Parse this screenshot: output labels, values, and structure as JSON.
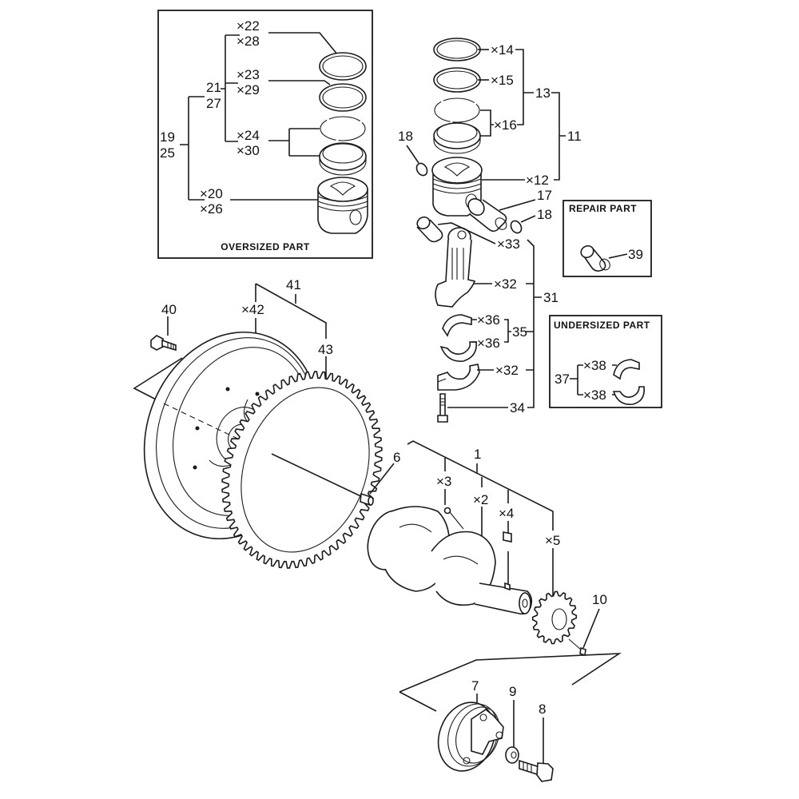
{
  "diagram": {
    "title": "Crankshaft, Piston & Flywheel exploded parts view",
    "boxes": {
      "oversized": {
        "caption": "OVERSIZED PART"
      },
      "repair": {
        "caption": "REPAIR PART"
      },
      "undersized": {
        "caption": "UNDERSIZED PART"
      }
    },
    "labels": {
      "p1": "1",
      "p2": "×2",
      "p3": "×3",
      "p4": "×4",
      "p5": "×5",
      "p6": "6",
      "p7": "7",
      "p8": "8",
      "p9": "9",
      "p10": "10",
      "p11": "11",
      "p12": "×12",
      "p13": "13",
      "p14": "×14",
      "p15": "×15",
      "p16": "×16",
      "p17": "17",
      "p18a": "18",
      "p18b": "18",
      "p19": "19",
      "p25": "25",
      "p20": "×20",
      "p26": "×26",
      "p21": "21",
      "p27": "27",
      "p22": "×22",
      "p28": "×28",
      "p23": "×23",
      "p29": "×29",
      "p24": "×24",
      "p30": "×30",
      "p31": "31",
      "p32a": "×32",
      "p32b": "×32",
      "p33": "×33",
      "p34": "34",
      "p35": "35",
      "p36a": "×36",
      "p36b": "×36",
      "p37": "37",
      "p38a": "×38",
      "p38b": "×38",
      "p39": "39",
      "p40": "40",
      "p41": "41",
      "p42": "×42",
      "p43": "43"
    },
    "parts": [
      {
        "id": "piston-rings-oversized",
        "name": "piston ring set (oversized)"
      },
      {
        "id": "piston-oversized",
        "name": "piston (oversized)"
      },
      {
        "id": "piston-rings",
        "name": "piston ring set"
      },
      {
        "id": "piston",
        "name": "piston"
      },
      {
        "id": "piston-pin",
        "name": "piston pin"
      },
      {
        "id": "snap-ring",
        "name": "snap ring"
      },
      {
        "id": "connecting-rod",
        "name": "connecting rod"
      },
      {
        "id": "rod-bushing",
        "name": "bushing"
      },
      {
        "id": "rod-bearing",
        "name": "connecting rod bearing"
      },
      {
        "id": "rod-bolt",
        "name": "rod bolt"
      },
      {
        "id": "flywheel",
        "name": "flywheel"
      },
      {
        "id": "ring-gear",
        "name": "ring gear"
      },
      {
        "id": "flywheel-bolt",
        "name": "flywheel bolt"
      },
      {
        "id": "crankshaft",
        "name": "crankshaft"
      },
      {
        "id": "crank-gear",
        "name": "crankshaft gear"
      },
      {
        "id": "pulley",
        "name": "crankshaft pulley"
      },
      {
        "id": "washer",
        "name": "washer"
      },
      {
        "id": "pulley-bolt",
        "name": "pulley bolt"
      }
    ]
  }
}
